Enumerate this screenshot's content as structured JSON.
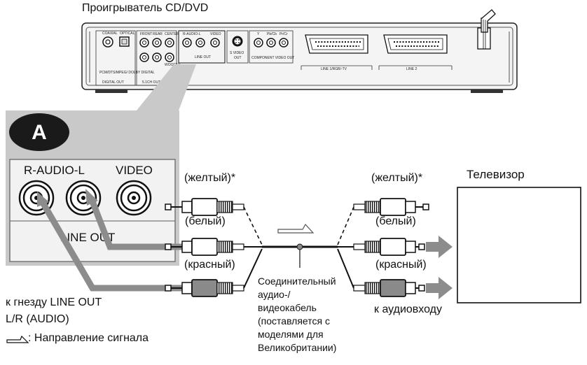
{
  "player": {
    "title": "Проигрыватель CD/DVD",
    "panel_labels": {
      "coaxial": "COAXIAL",
      "optical": "OPTICAL",
      "digital_out": "DIGITAL OUT",
      "front": "FRONT",
      "rear": "REAR",
      "center": "CENTER",
      "woofer": "WOOFER",
      "ch_output": "5.1CH OUTPUT",
      "r_audio_l_small": "R-AUDIO-L",
      "video_small": "VIDEO",
      "line_out_small": "LINE OUT",
      "s_video": "S VIDEO",
      "out": "OUT",
      "component": "COMPONENT VIDEO OUT",
      "y": "Y",
      "pb": "Pb/Cb",
      "pr": "Pr/Cr",
      "line1": "LINE 1/RGB/-TV",
      "line2": "LINE 2",
      "pcm_note": "PCM/DTS/MPEG/ DOLBY DIGITAL"
    }
  },
  "callout": {
    "badge": "A",
    "r_audio_l": "R-AUDIO-L",
    "video": "VIDEO",
    "line_out": "LINE OUT"
  },
  "cables": {
    "left_yellow": "(желтый)*",
    "left_white": "(белый)",
    "left_red": "(красный)",
    "right_yellow": "(желтый)*",
    "right_white": "(белый)",
    "right_red": "(красный)"
  },
  "tv": {
    "label": "Телевизор"
  },
  "captions": {
    "line_out_jack_1": "к гнезду LINE OUT",
    "line_out_jack_2": "L/R (AUDIO)",
    "signal_direction": ": Направление сигнала",
    "cable_desc": [
      "Соединительный",
      "аудио-/",
      "видеокабель",
      "(поставляется с",
      "моделями для",
      "Великобритании)"
    ],
    "audio_input": "к аудиовходу"
  },
  "colors": {
    "callout_bg": "#c9c9c9",
    "arrow_gray": "#8c8c8c",
    "panel_fill": "#ececec",
    "badge_fill": "#1a1a1a"
  }
}
